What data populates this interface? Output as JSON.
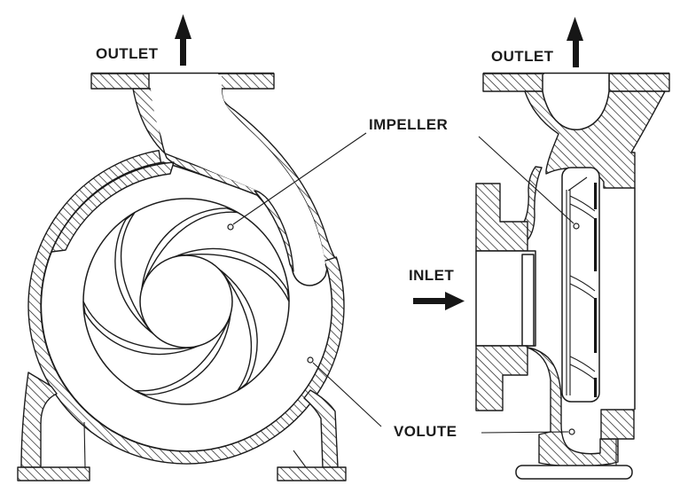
{
  "figure": {
    "kind": "technical-line-drawing",
    "subject": "Centrifugal pump cross sections (front volute view and side section view)",
    "colors": {
      "ink": "#1c1c1c",
      "background": "#ffffff"
    }
  },
  "labels": {
    "outlet_front": "OUTLET",
    "outlet_side": "OUTLET",
    "impeller": "IMPELLER",
    "inlet": "INLET",
    "volute": "VOLUTE"
  },
  "arrows": [
    {
      "name": "outlet-flow-front",
      "direction": "up"
    },
    {
      "name": "outlet-flow-side",
      "direction": "up"
    },
    {
      "name": "inlet-flow",
      "direction": "right"
    }
  ]
}
